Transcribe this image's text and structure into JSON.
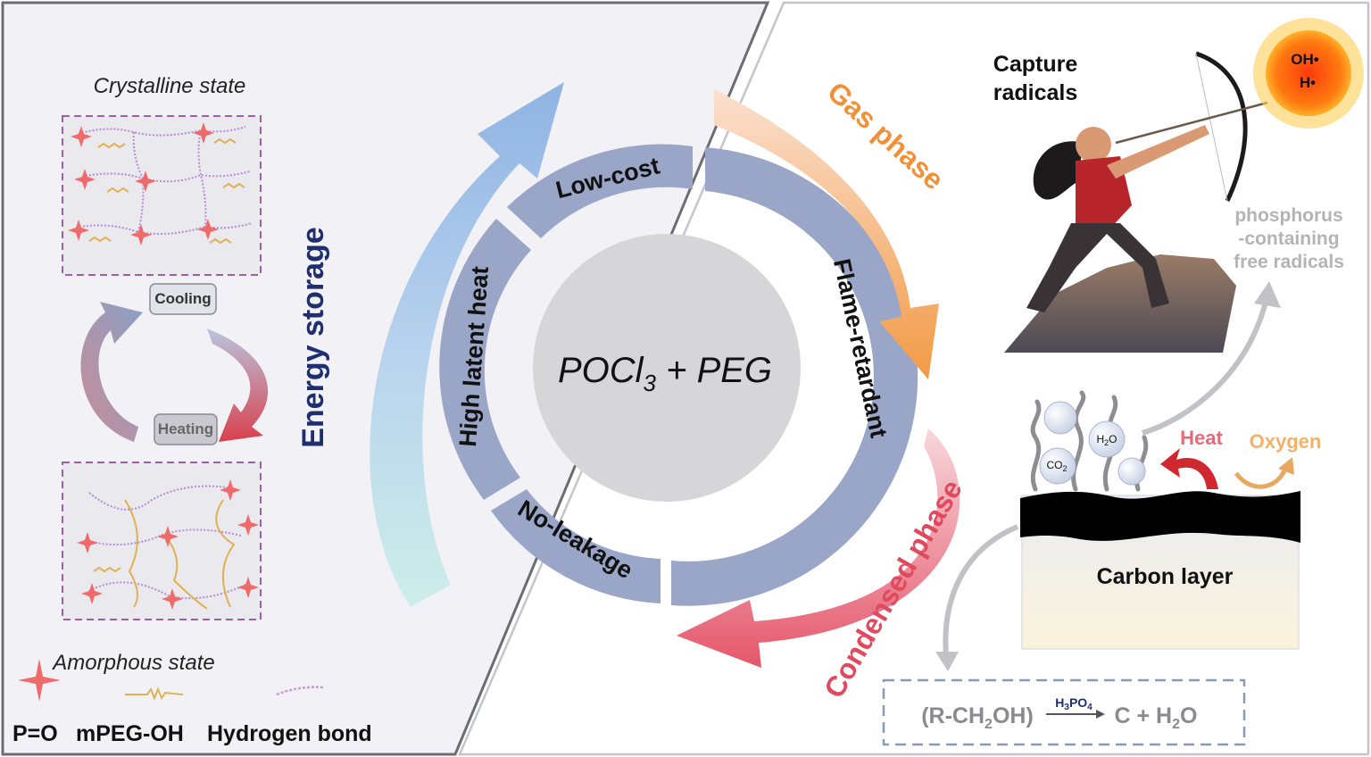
{
  "left_panel": {
    "crystalline_label": "Crystalline state",
    "amorphous_label": "Amorphous state",
    "cooling_label": "Cooling",
    "heating_label": "Heating",
    "energy_storage_label": "Energy storage",
    "legend": {
      "p_o": "P=O",
      "mpeg_oh": "mPEG-OH",
      "hydrogen_bond": "Hydrogen bond"
    }
  },
  "ring": {
    "center_formula": {
      "pocl": "POCl",
      "subscript": "3",
      "rest": " + PEG"
    },
    "segments": {
      "low_cost": "Low-cost",
      "flame_retardant": "Flame-retardant",
      "high_latent_heat": "High latent heat",
      "no_leakage": "No-leakage"
    }
  },
  "right_panel": {
    "gas_phase_label": "Gas phase",
    "condensed_phase_label": "Condensed phase",
    "capture_line1": "Capture",
    "capture_line2": "radicals",
    "oh_radical": "OH•",
    "h_radical": "H•",
    "phosphorus_line1": "phosphorus",
    "phosphorus_line2": "-containing",
    "phosphorus_line3": "free radicals",
    "h2o_bubble_main": "H",
    "h2o_bubble_sub": "2",
    "h2o_bubble_end": "O",
    "co2_bubble_main": "CO",
    "co2_bubble_sub": "2",
    "heat_label": "Heat",
    "oxygen_label": "Oxygen",
    "carbon_layer_label": "Carbon layer",
    "reaction": {
      "reactant_a": "(R-CH",
      "reactant_sub": "2",
      "reactant_b": "OH)",
      "catalyst_a": "H",
      "catalyst_sub1": "3",
      "catalyst_b": "PO",
      "catalyst_sub2": "4",
      "products_a": "C + H",
      "products_sub": "2",
      "products_b": "O"
    }
  },
  "colors": {
    "energy_storage_text": "#1f2f6e",
    "gas_phase_text": "#f0913a",
    "condensed_phase_text": "#e04a5e",
    "ring_segment": "#9aa6c8",
    "heat_text": "#e56b7b",
    "oxygen_text": "#f2b06a",
    "radicals_text": "#b4b4b4"
  }
}
